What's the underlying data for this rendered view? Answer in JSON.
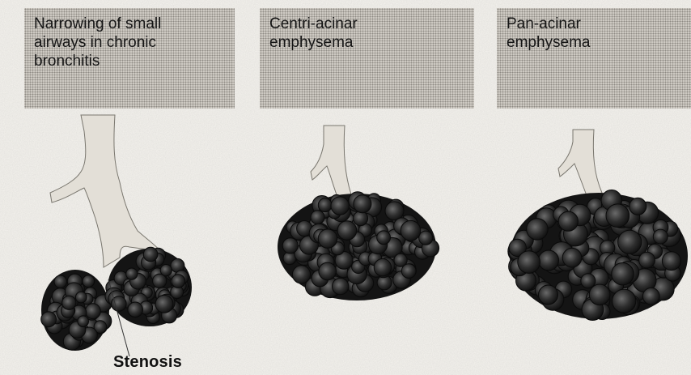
{
  "panels": [
    {
      "caption_lines": [
        "Narrowing of small",
        "airways in chronic",
        "bronchitis"
      ]
    },
    {
      "caption_lines": [
        "Centri-acinar",
        "emphysema"
      ]
    },
    {
      "caption_lines": [
        "Pan-acinar",
        "emphysema"
      ]
    }
  ],
  "labels": {
    "stenosis": "Stenosis"
  },
  "colors": {
    "caption_bg": "#cfcbc4",
    "airway_fill": "#e3dfd7",
    "alveoli_dark": "#141414",
    "alveoli_mid": "#3c3c3c",
    "alveoli_light": "#6a6a6a"
  }
}
